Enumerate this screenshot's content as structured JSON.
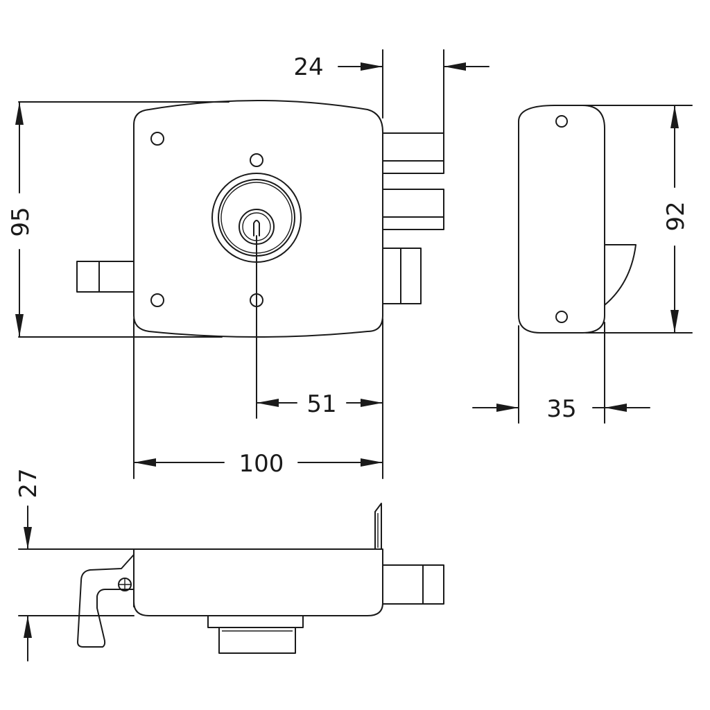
{
  "dimensions": {
    "top_width": "24",
    "height_front": "95",
    "height_side": "92",
    "key_offset": "51",
    "width": "100",
    "depth": "35",
    "thickness": "27"
  }
}
